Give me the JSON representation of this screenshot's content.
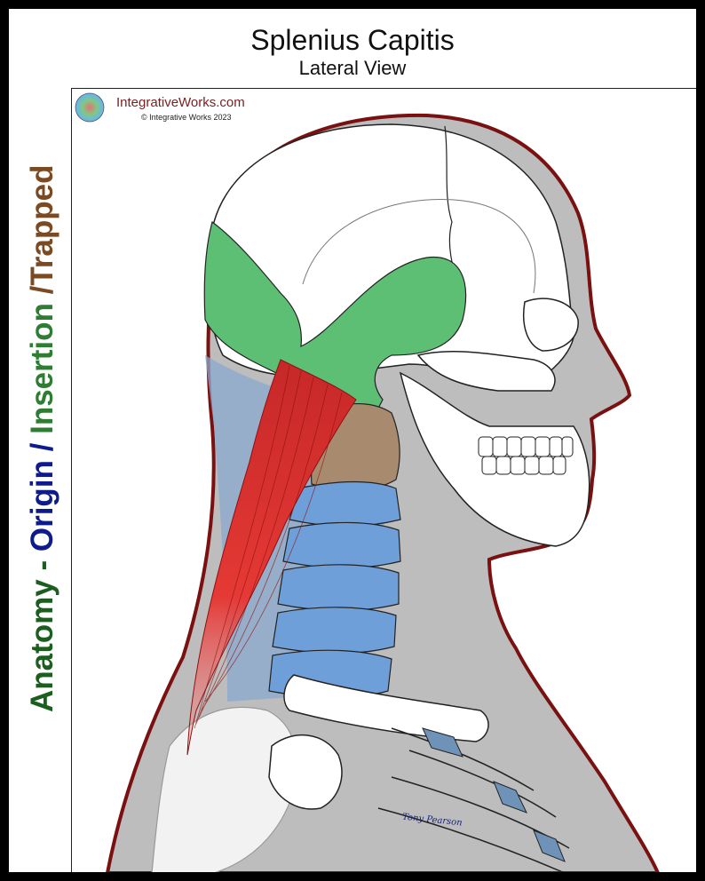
{
  "header": {
    "title": "Splenius Capitis",
    "subtitle": "Lateral View"
  },
  "side_title": {
    "anatomy": "Anatomy",
    "sep1": " - ",
    "origin": "Origin",
    "sep2": " / ",
    "insertion": "Insertion",
    "sep3": " /",
    "trapped": "Trapped"
  },
  "brand": {
    "site": "IntegrativeWorks.com",
    "copyright": "© Integrative Works 2023"
  },
  "signature": "Tony Pearson",
  "colors": {
    "anatomy": "#1b5e20",
    "origin": "#0d1b8c",
    "insertion": "#2e7d32",
    "trapped": "#7a4a22",
    "insertion_area": "#5cbf74",
    "origin_vertebrae": "#6f9fd8",
    "trapped_vertebrae": "#a88a6e",
    "muscle": "#d32f2f",
    "outline": "#7a1010"
  }
}
